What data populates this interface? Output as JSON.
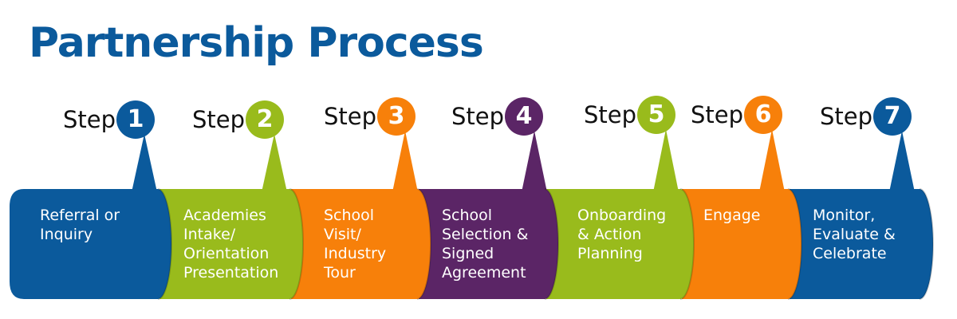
{
  "title": "Partnership Process",
  "step_word": "Step",
  "colors": {
    "title": "#0b5a9c",
    "blue": "#0b5a9c",
    "green": "#99bb1c",
    "orange": "#f7800a",
    "purple": "#5b2566"
  },
  "steps": [
    {
      "number": "1",
      "label": "Referral or\nInquiry",
      "color": "#0b5a9c"
    },
    {
      "number": "2",
      "label": "Academies\nIntake/\nOrientation\nPresentation",
      "color": "#99bb1c"
    },
    {
      "number": "3",
      "label": "School\nVisit/\nIndustry\nTour",
      "color": "#f7800a"
    },
    {
      "number": "4",
      "label": "School\nSelection &\nSigned\nAgreement",
      "color": "#5b2566"
    },
    {
      "number": "5",
      "label": "Onboarding\n& Action\nPlanning",
      "color": "#99bb1c"
    },
    {
      "number": "6",
      "label": "Engage",
      "color": "#f7800a"
    },
    {
      "number": "7",
      "label": "Monitor,\nEvaluate &\nCelebrate",
      "color": "#0b5a9c"
    }
  ]
}
